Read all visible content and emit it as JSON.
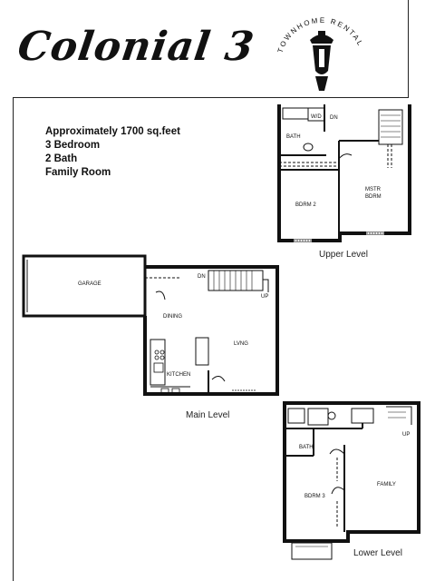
{
  "header": {
    "title": "Colonial 3",
    "logo_text": "TOWNHOME RENTAL"
  },
  "details": {
    "lines": [
      "Approximately 1700 sq.feet",
      "3 Bedroom",
      "2 Bath",
      "Family Room"
    ]
  },
  "levels": {
    "upper": {
      "caption": "Upper Level",
      "rooms": {
        "wd": "W/D",
        "dn": "DN",
        "bath": "BATH",
        "bdrm2": "BDRM 2",
        "mstr1": "MSTR",
        "mstr2": "BDRM"
      }
    },
    "main": {
      "caption": "Main Level",
      "rooms": {
        "garage": "GARAGE",
        "dn": "DN",
        "up": "UP",
        "dining": "DINING",
        "living": "LVNG",
        "kitchen": "KITCHEN"
      }
    },
    "lower": {
      "caption": "Lower Level",
      "rooms": {
        "up": "UP",
        "bath": "BATH",
        "bdrm3": "BDRM 3",
        "family": "FAMILY"
      }
    }
  }
}
